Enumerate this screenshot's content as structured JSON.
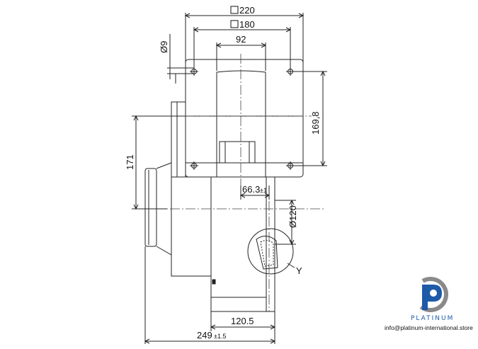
{
  "dimensions": {
    "width_outer": "220",
    "width_holes": "180",
    "outlet_width": "92",
    "hole_diameter": "Ø9",
    "height_holes": "169,8",
    "axis_height": "171",
    "offset_value": "66.3",
    "offset_tol": "±1",
    "inlet_diameter": "Ø120",
    "depth_partial": "120.5",
    "depth_total": "249",
    "depth_total_tol": "±1.5"
  },
  "detail_label": "Y",
  "brand": {
    "name": "PLATINUM",
    "email": "info@platinum-international.store",
    "colors": {
      "blue": "#1d5aa8",
      "grey": "#8a8a8a"
    }
  }
}
